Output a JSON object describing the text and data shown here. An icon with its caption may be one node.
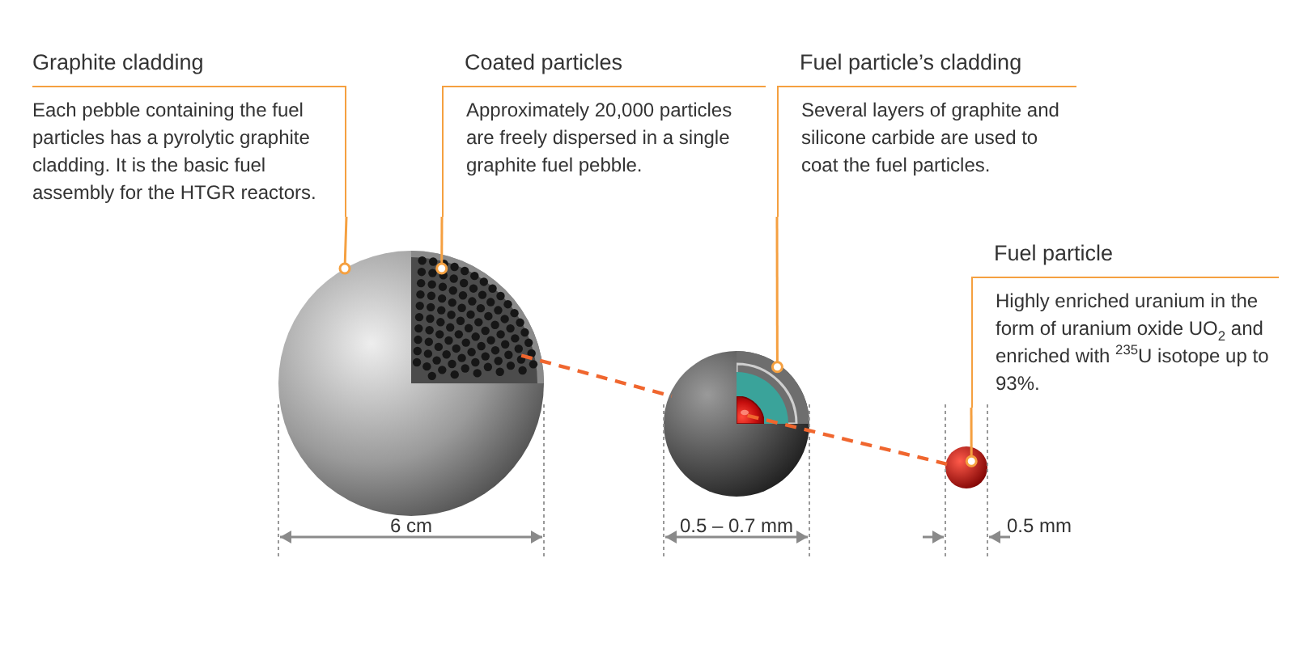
{
  "diagram": {
    "nodes": [
      {
        "text": [
          "Graphite cladding",
          "Each pebble containing the fuel particles has a pyrolytic graphite cladding. It is the basic fuel assembly for the HTGR reactors."
        ]
      },
      {
        "text": [
          "Coated particles",
          "Approximately 20,000 particles are freely dispersed in a single graphite fuel pebble."
        ]
      },
      {
        "text": [
          "Fuel particle’s cladding",
          "Several layers of graphite and silicone carbide are used to coat the fuel particles."
        ]
      },
      {
        "text": [
          "Fuel particle",
          "Highly enriched uranium in the form of uranium oxide UO$_{2}$ and enriched with $^{235}$U isotope up to 93%."
        ]
      },
      {
        "text": [],
        "shape": "picture"
      },
      {
        "text": [],
        "shape": "picture",
        "in": 4
      },
      {
        "text": [],
        "shape": "picture"
      },
      {
        "text": [],
        "shape": "picture",
        "in": 6
      },
      {
        "text": [],
        "shape": "picture",
        "in": 7
      },
      {
        "text": [],
        "shape": "circle"
      }
    ],
    "edges": [
      {
        "from": 0,
        "to": 4,
        "arrow": "other"
      },
      {
        "from": 1,
        "to": 5,
        "arrow": "other"
      },
      {
        "from": 2,
        "to": 7,
        "arrow": "other"
      },
      {
        "from": 3,
        "to": 9,
        "arrow": "other"
      },
      {
        "from": 5,
        "to": 6,
        "arrow": "none",
        "style": "dashed",
        "color": "#f0662e"
      },
      {
        "from": 8,
        "to": 9,
        "arrow": "none",
        "style": "dashed",
        "color": "#f0662e"
      }
    ],
    "labels": [
      "6 cm",
      "0.5 – 0.7 mm",
      "0.5 mm"
    ]
  }
}
